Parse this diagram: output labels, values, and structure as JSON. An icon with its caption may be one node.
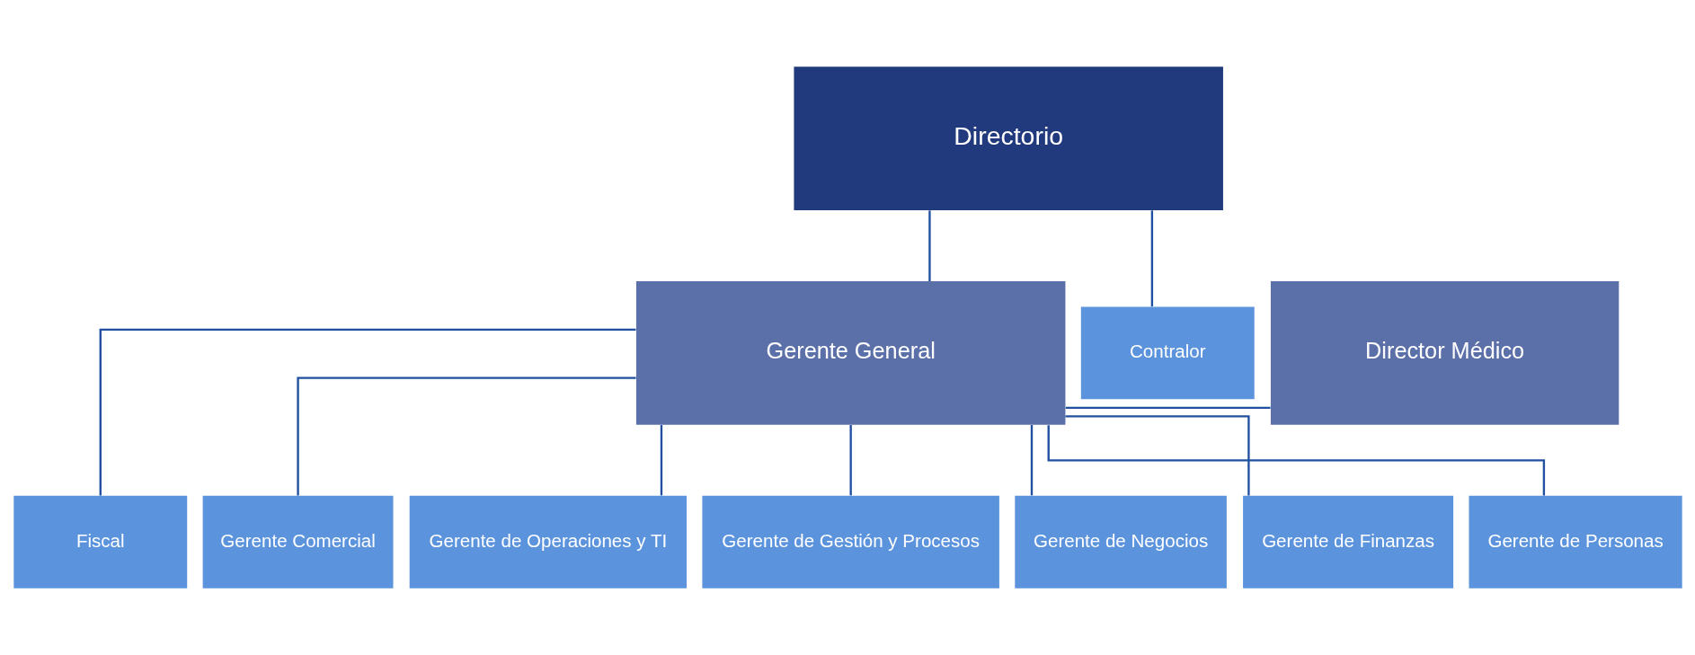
{
  "diagram": {
    "nodes": [
      {
        "text": [
          "Directorio"
        ]
      },
      {
        "text": [
          "Director Médico"
        ]
      },
      {
        "text": [
          "Gerente General"
        ]
      },
      {
        "text": [
          "Contralor"
        ]
      },
      {
        "text": [
          "Fiscal"
        ]
      },
      {
        "text": [
          "Gerente Comercial"
        ]
      },
      {
        "text": [
          "Gerente de Operaciones y TI"
        ]
      },
      {
        "text": [
          "Gerente de Gestión y Procesos"
        ]
      },
      {
        "text": [
          "Gerente de Negocios"
        ]
      },
      {
        "text": [
          "Gerente de Finanzas"
        ]
      },
      {
        "text": [
          "Gerente de Personas"
        ]
      }
    ],
    "edges": [
      {
        "from": 0,
        "to": 2,
        "arrow": "none"
      },
      {
        "from": 0,
        "to": 3,
        "arrow": "none"
      },
      {
        "from": 2,
        "to": 1,
        "arrow": "none"
      },
      {
        "from": 2,
        "to": 4,
        "arrow": "none"
      },
      {
        "from": 2,
        "to": 5,
        "arrow": "none"
      },
      {
        "from": 2,
        "to": 6,
        "arrow": "none"
      },
      {
        "from": 2,
        "to": 7,
        "arrow": "none"
      },
      {
        "from": 2,
        "to": 8,
        "arrow": "none"
      },
      {
        "from": 2,
        "to": 9,
        "arrow": "none"
      },
      {
        "from": 2,
        "to": 10,
        "arrow": "none"
      }
    ]
  }
}
